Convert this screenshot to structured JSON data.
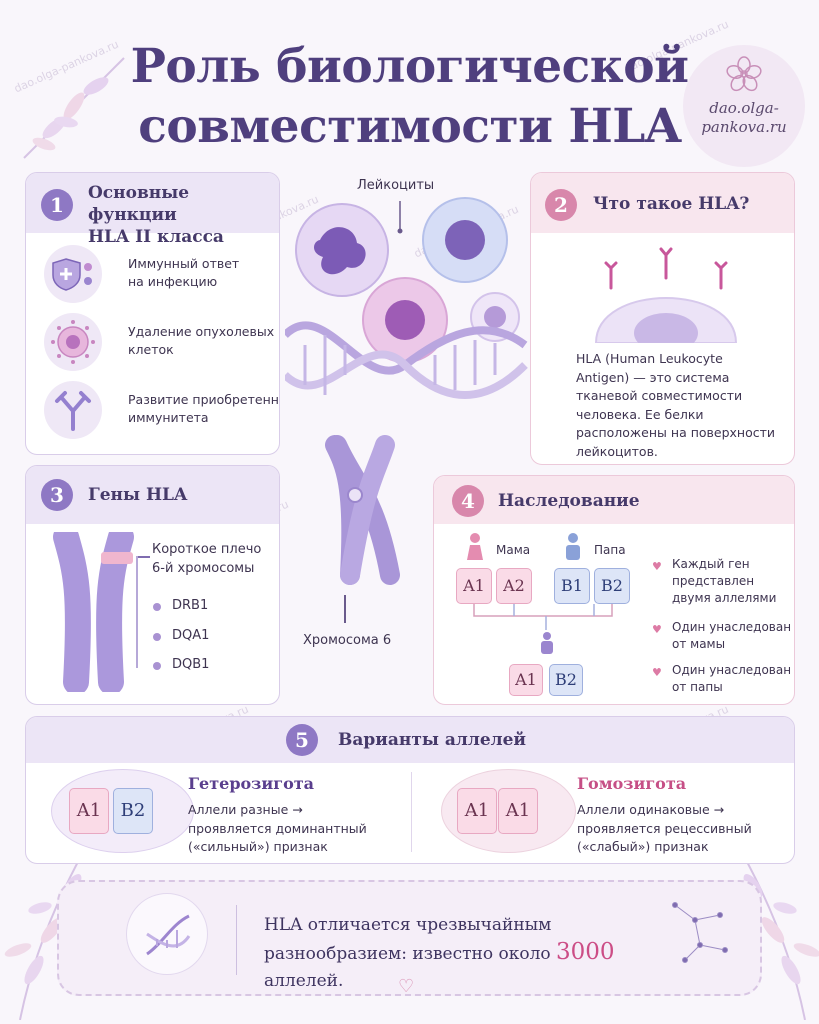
{
  "title": {
    "line1": "Роль биологической",
    "line2": "совместимости HLA"
  },
  "logo": {
    "text": "dao.olga-\npankova.ru",
    "icon": "flower-icon"
  },
  "watermark": "dao.olga-pankova.ru",
  "center": {
    "leukocytes_label": "Лейкоциты",
    "chromosome_label": "Хромосома 6"
  },
  "section1": {
    "number": "1",
    "title": "Основные функции\nHLA II класса",
    "items": [
      {
        "icon": "shield-icon",
        "text": "Иммунный ответ\nна инфекцию"
      },
      {
        "icon": "cell-icon",
        "text": "Удаление опухолевых\nклеток"
      },
      {
        "icon": "antibody-icon",
        "text": "Развитие приобретенного\nиммунитета"
      }
    ]
  },
  "section2": {
    "number": "2",
    "title": "Что такое HLA?",
    "text": "HLA (Human Leukocyte\nAntigen) — это система\nтканевой совместимости\nчеловека. Ее белки\nрасположены на поверхности\nлейкоцитов."
  },
  "section3": {
    "number": "3",
    "title": "Гены HLA",
    "arm_label": "Короткое плечо\n6-й хромосомы",
    "genes": [
      "DRB1",
      "DQA1",
      "DQB1"
    ]
  },
  "section4": {
    "number": "4",
    "title": "Наследование",
    "mother_label": "Мама",
    "father_label": "Папа",
    "mother_alleles": [
      "A1",
      "A2"
    ],
    "father_alleles": [
      "B1",
      "B2"
    ],
    "child_alleles": [
      "A1",
      "B2"
    ],
    "notes": [
      "Каждый ген\nпредставлен\nдвумя аллелями",
      "Один унаследован\nот мамы",
      "Один унаследован\nот папы"
    ]
  },
  "section5": {
    "number": "5",
    "title": "Варианты аллелей",
    "heterozygote": {
      "title": "Гетерозигота",
      "alleles": [
        "A1",
        "B2"
      ],
      "text": "Аллели разные →\nпроявляется доминантный\n(«сильный») признак"
    },
    "homozygote": {
      "title": "Гомозигота",
      "alleles": [
        "A1",
        "A1"
      ],
      "text": "Аллели одинаковые →\nпроявляется рецессивный\n(«слабый») признак"
    }
  },
  "banner": {
    "text_before": "HLA отличается чрезвычайным разнообразием: известно около ",
    "number": "3000",
    "text_after": " аллелей."
  },
  "colors": {
    "title": "#4f3f7e",
    "accent_purple": "#8e78c4",
    "accent_pink": "#d887ab",
    "highlight_number": "#cc4d86"
  }
}
